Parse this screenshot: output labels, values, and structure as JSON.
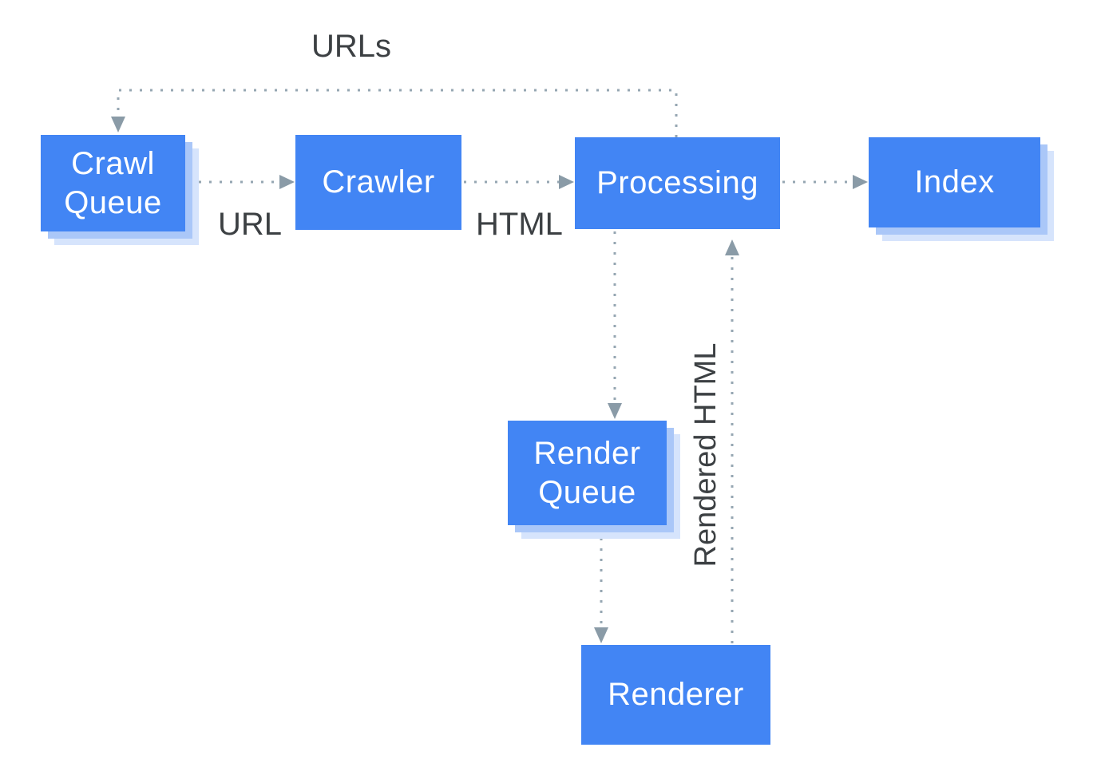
{
  "diagram": {
    "colors": {
      "node_fill": "#4285f4",
      "node_text": "#ffffff",
      "shadow_inner": "#aac7f8",
      "shadow_outer": "#d6e4fc",
      "connector": "#95a6b2",
      "arrowhead": "#8a9ba7",
      "label_text": "#3c4043",
      "background": "#ffffff"
    },
    "nodes": [
      {
        "id": "crawl-queue",
        "label": "Crawl Queue"
      },
      {
        "id": "crawler",
        "label": "Crawler"
      },
      {
        "id": "processing",
        "label": "Processing"
      },
      {
        "id": "index",
        "label": "Index"
      },
      {
        "id": "render-queue",
        "label": "Render Queue"
      },
      {
        "id": "renderer",
        "label": "Renderer"
      }
    ],
    "edge_labels": [
      {
        "id": "urls",
        "text": "URLs"
      },
      {
        "id": "url",
        "text": "URL"
      },
      {
        "id": "html",
        "text": "HTML"
      },
      {
        "id": "rendered-html",
        "text": "Rendered HTML"
      }
    ],
    "edges": [
      {
        "from": "processing",
        "to": "crawl-queue",
        "label": "URLs"
      },
      {
        "from": "crawl-queue",
        "to": "crawler",
        "label": "URL"
      },
      {
        "from": "crawler",
        "to": "processing",
        "label": "HTML"
      },
      {
        "from": "processing",
        "to": "index",
        "label": ""
      },
      {
        "from": "processing",
        "to": "render-queue",
        "label": ""
      },
      {
        "from": "render-queue",
        "to": "renderer",
        "label": ""
      },
      {
        "from": "renderer",
        "to": "processing",
        "label": "Rendered HTML"
      }
    ]
  }
}
